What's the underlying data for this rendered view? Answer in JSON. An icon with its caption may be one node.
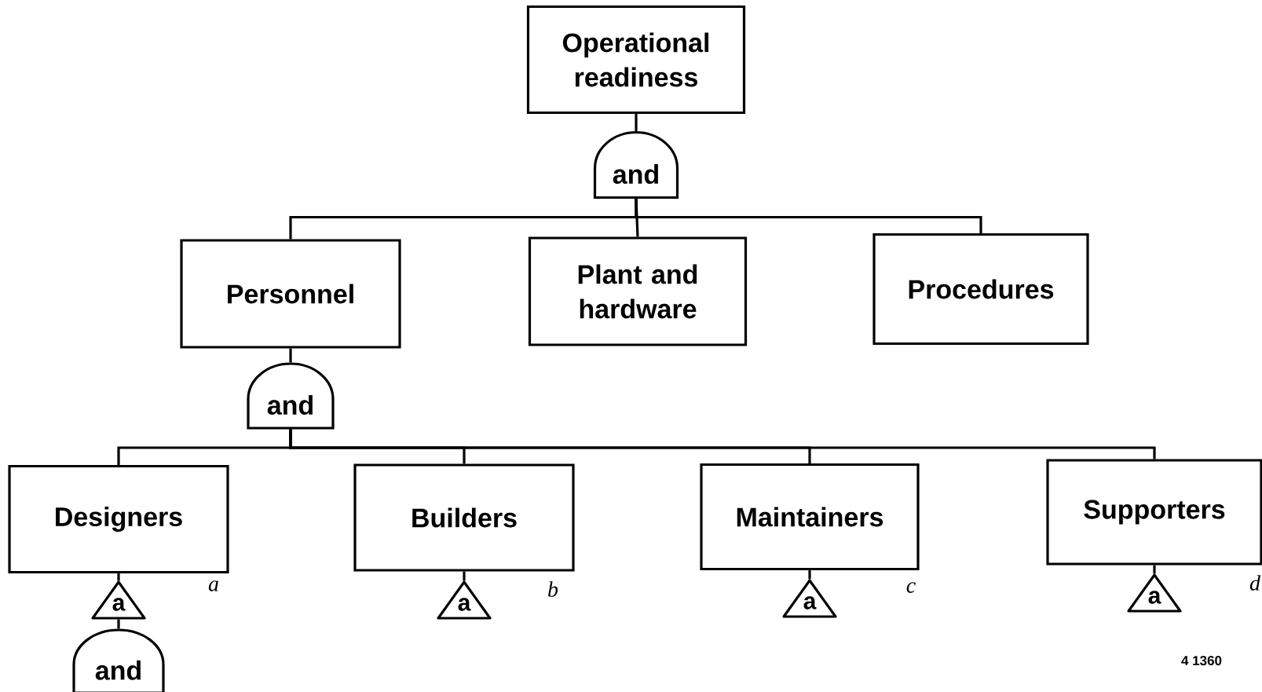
{
  "diagram": {
    "nodes": [
      {
        "text": [
          "Operational readiness"
        ]
      },
      {
        "text": [
          "and"
        ]
      },
      {
        "text": [
          "Personnel"
        ]
      },
      {
        "text": [
          "Plant and hardware"
        ]
      },
      {
        "text": [
          "Procedures"
        ]
      },
      {
        "text": [
          "and"
        ]
      },
      {
        "text": [
          "Designers"
        ]
      },
      {
        "text": [
          "Builders"
        ]
      },
      {
        "text": [
          "Maintainers"
        ]
      },
      {
        "text": [
          "Supporters"
        ]
      },
      {
        "text": [
          "a"
        ]
      },
      {
        "text": [
          "a"
        ]
      },
      {
        "text": [
          "a"
        ]
      },
      {
        "text": [
          "a"
        ]
      },
      {
        "text": [
          "and"
        ]
      }
    ],
    "edges": [
      {
        "from": 0,
        "to": 1,
        "arrow": "none"
      },
      {
        "from": 1,
        "to": 2,
        "arrow": "none"
      },
      {
        "from": 1,
        "to": 3,
        "arrow": "none"
      },
      {
        "from": 1,
        "to": 4,
        "arrow": "none"
      },
      {
        "from": 2,
        "to": 5,
        "arrow": "none"
      },
      {
        "from": 5,
        "to": 6,
        "arrow": "none"
      },
      {
        "from": 5,
        "to": 7,
        "arrow": "none"
      },
      {
        "from": 5,
        "to": 8,
        "arrow": "none"
      },
      {
        "from": 5,
        "to": 9,
        "arrow": "none"
      },
      {
        "from": 6,
        "to": 10,
        "arrow": "none"
      },
      {
        "from": 7,
        "to": 11,
        "arrow": "none"
      },
      {
        "from": 8,
        "to": 12,
        "arrow": "none"
      },
      {
        "from": 9,
        "to": 13,
        "arrow": "none"
      },
      {
        "from": 10,
        "to": 14,
        "arrow": "none"
      }
    ],
    "labels": [
      "a",
      "b",
      "c",
      "d",
      "4 1360"
    ]
  }
}
